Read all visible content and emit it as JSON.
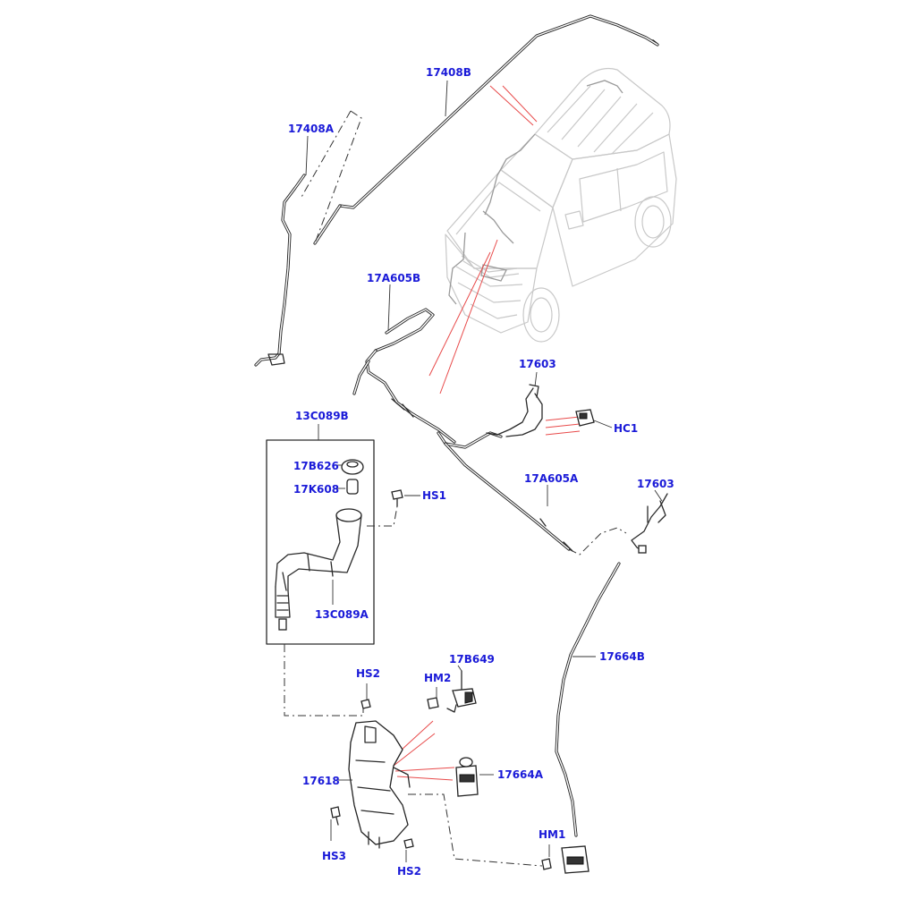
{
  "callouts": {
    "c17408B": "17408B",
    "c17408A": "17408A",
    "c17A605B": "17A605B",
    "c17603_top": "17603",
    "cHC1": "HC1",
    "c13C089B": "13C089B",
    "c17B626": "17B626",
    "c17K608": "17K608",
    "cHS1": "HS1",
    "c17A605A": "17A605A",
    "c17603_right": "17603",
    "c13C089A": "13C089A",
    "c17664B": "17664B",
    "cHS2_top": "HS2",
    "cHM2": "HM2",
    "c17B649": "17B649",
    "c17664A": "17664A",
    "c17618": "17618",
    "cHM1": "HM1",
    "cHS3": "HS3",
    "cHS2_bottom": "HS2"
  },
  "colors": {
    "callout": "#1a1ad8",
    "line": "#2a2a2a",
    "vehicle": "#c8c8c8",
    "pointer": "#e84a4a"
  }
}
